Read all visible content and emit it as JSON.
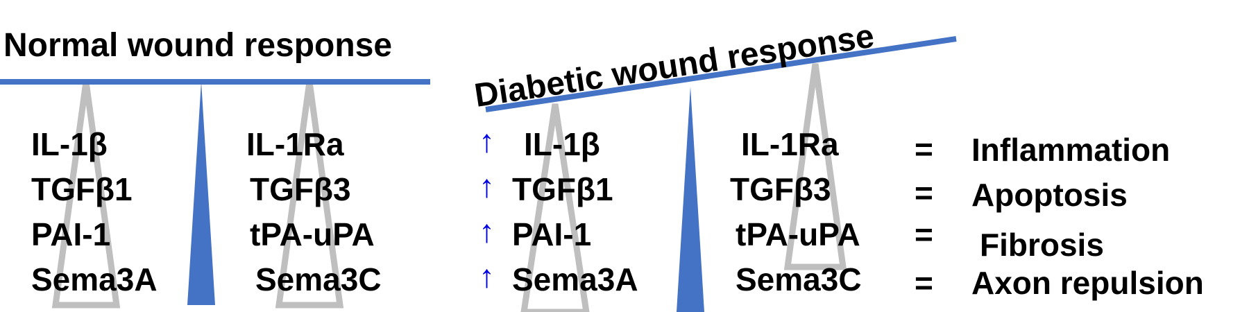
{
  "normal": {
    "title": "Normal wound response",
    "left": [
      "IL-1β",
      "TGFβ1",
      "PAI-1",
      "Sema3A"
    ],
    "right": [
      "IL-1Ra",
      "TGFβ3",
      "tPA-uPA",
      "Sema3C"
    ]
  },
  "diabetic": {
    "title": "Diabetic wound response",
    "arrow": "↑",
    "left": [
      "IL-1β",
      "TGFβ1",
      "PAI-1",
      "Sema3A"
    ],
    "right": [
      "IL-1Ra",
      "TGFβ3",
      "tPA-uPA",
      "Sema3C"
    ]
  },
  "equals": "=",
  "outcomes": [
    "Inflammation",
    "Apoptosis",
    "Fibrosis",
    "Axon repulsion"
  ],
  "colors": {
    "beam": "#4472c4",
    "fulcrum": "#4472c4",
    "weight": "#bfbfbf",
    "arrow": "#0000e6"
  }
}
